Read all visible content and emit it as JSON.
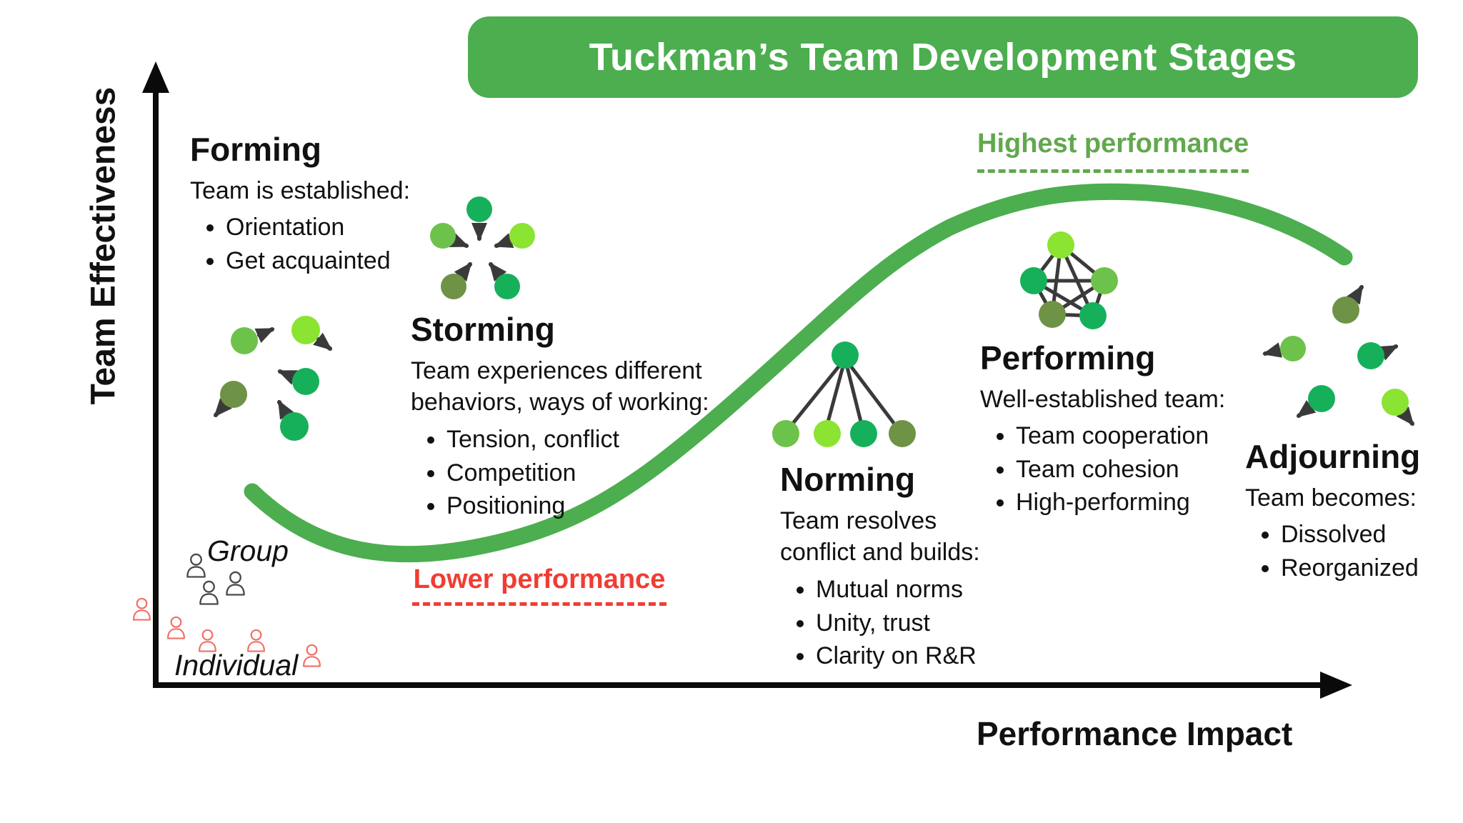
{
  "title": "Tuckman’s Team Development Stages",
  "axes": {
    "y_label": "Team Effectiveness",
    "x_label": "Performance Impact"
  },
  "annotations": {
    "highest_performance": "Highest performance",
    "lower_performance": "Lower performance",
    "group": "Group",
    "individual": "Individual"
  },
  "stages": [
    {
      "name": "Forming",
      "icon": "scattered-circles-outward-arrows",
      "intro_lines": [
        "Team is established:"
      ],
      "bullets": [
        "Orientation",
        "Get acquainted"
      ]
    },
    {
      "name": "Storming",
      "icon": "circles-arrows-inward",
      "intro_lines": [
        "Team experiences different",
        "behaviors, ways of working:"
      ],
      "bullets": [
        "Tension, conflict",
        "Competition",
        "Positioning"
      ]
    },
    {
      "name": "Norming",
      "icon": "hub-and-spokes-circles",
      "intro_lines": [
        "Team resolves",
        "conflict and builds:"
      ],
      "bullets": [
        "Mutual norms",
        "Unity, trust",
        "Clarity on R&R"
      ]
    },
    {
      "name": "Performing",
      "icon": "fully-connected-circles-network",
      "intro_lines": [
        "Well-established team:"
      ],
      "bullets": [
        "Team cooperation",
        "Team cohesion",
        "High-performing"
      ]
    },
    {
      "name": "Adjourning",
      "icon": "circles-dispersing-outward-arrows",
      "intro_lines": [
        "Team becomes:"
      ],
      "bullets": [
        "Dissolved",
        "Reorganized"
      ]
    }
  ],
  "colors": {
    "banner_green": "#4cae4f",
    "curve_green": "#4cae4f",
    "highest_green": "#62a84e",
    "lower_red": "#f03d33",
    "dot_green": "#16b05a",
    "dot_light_green": "#6dc24b",
    "dot_lime": "#8be332",
    "dot_olive": "#6e9246",
    "arrow_dark": "#3a3a3a",
    "people_gray": "#4a4a4a",
    "people_red": "#f07066"
  }
}
